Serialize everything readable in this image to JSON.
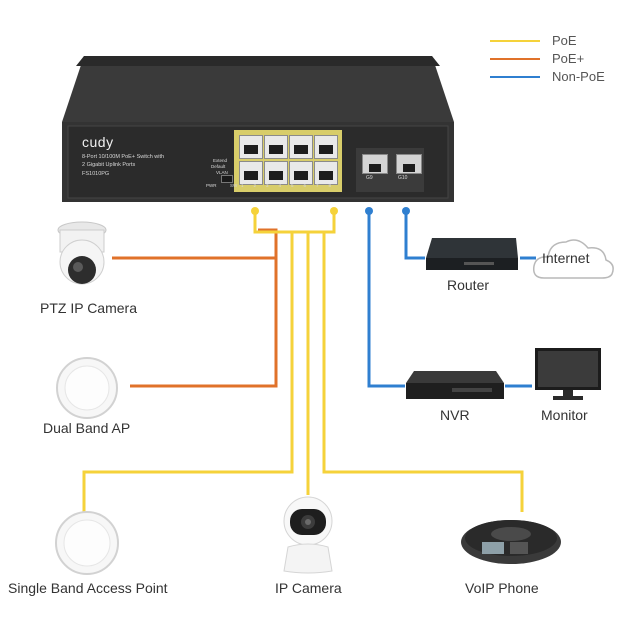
{
  "legend": {
    "items": [
      {
        "label": "PoE",
        "color": "#f5d23a"
      },
      {
        "label": "PoE+",
        "color": "#e0722a"
      },
      {
        "label": "Non-PoE",
        "color": "#2f7fd0"
      }
    ]
  },
  "switch": {
    "brand": "cudy",
    "desc_line1": "8-Port 10/100M PoE+ Switch with",
    "desc_line2": "2 Gigabit Uplink Ports",
    "model": "FS1010PG",
    "mode_extend": "Extend",
    "mode_default": "Default",
    "mode_vlan": "VLAN",
    "pwr_label": "PWR",
    "sw_label": "SW",
    "port_labels": [
      "1",
      "2",
      "3",
      "4",
      "5",
      "6",
      "7",
      "8"
    ],
    "uplink_labels": [
      "G9",
      "G10"
    ]
  },
  "devices": {
    "ptz_camera": "PTZ IP Camera",
    "dual_band_ap": "Dual Band AP",
    "single_band_ap": "Single Band Access Point",
    "ip_camera": "IP Camera",
    "voip_phone": "VoIP Phone",
    "router": "Router",
    "internet": "Internet",
    "nvr": "NVR",
    "monitor": "Monitor"
  }
}
